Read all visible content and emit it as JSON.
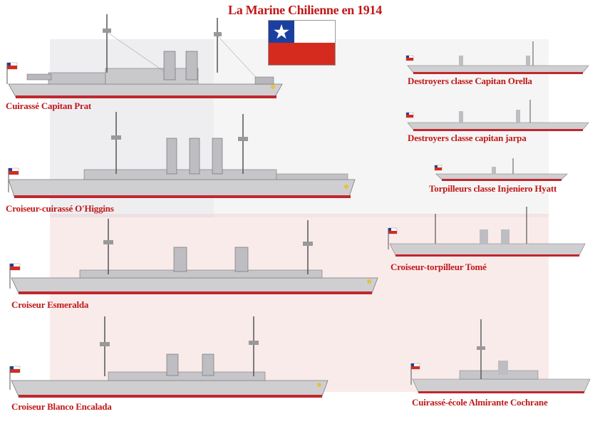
{
  "title": "La Marine Chilienne en 1914",
  "colors": {
    "caption": "#c01818",
    "hull": "#c8c8c8",
    "hull_dark": "#8a8a8a",
    "waterline": "#c0282e",
    "flag_blue": "#1b3fa0",
    "flag_red": "#d52b1e",
    "flag_white": "#ffffff"
  },
  "ships": [
    {
      "caption": "Cuirassé Capitan Prat"
    },
    {
      "caption": "Croiseur-cuirassé O'Higgins"
    },
    {
      "caption": "Croiseur Esmeralda"
    },
    {
      "caption": "Croiseur Blanco Encalada"
    },
    {
      "caption": "Destroyers classe Capitan Orella"
    },
    {
      "caption": "Destroyers classe capitan jarpa"
    },
    {
      "caption": "Torpilleurs classe Injeniero Hyatt"
    },
    {
      "caption": "Croiseur-torpilleur Tomé"
    },
    {
      "caption": "Cuirassé-école Almirante Cochrane"
    }
  ]
}
